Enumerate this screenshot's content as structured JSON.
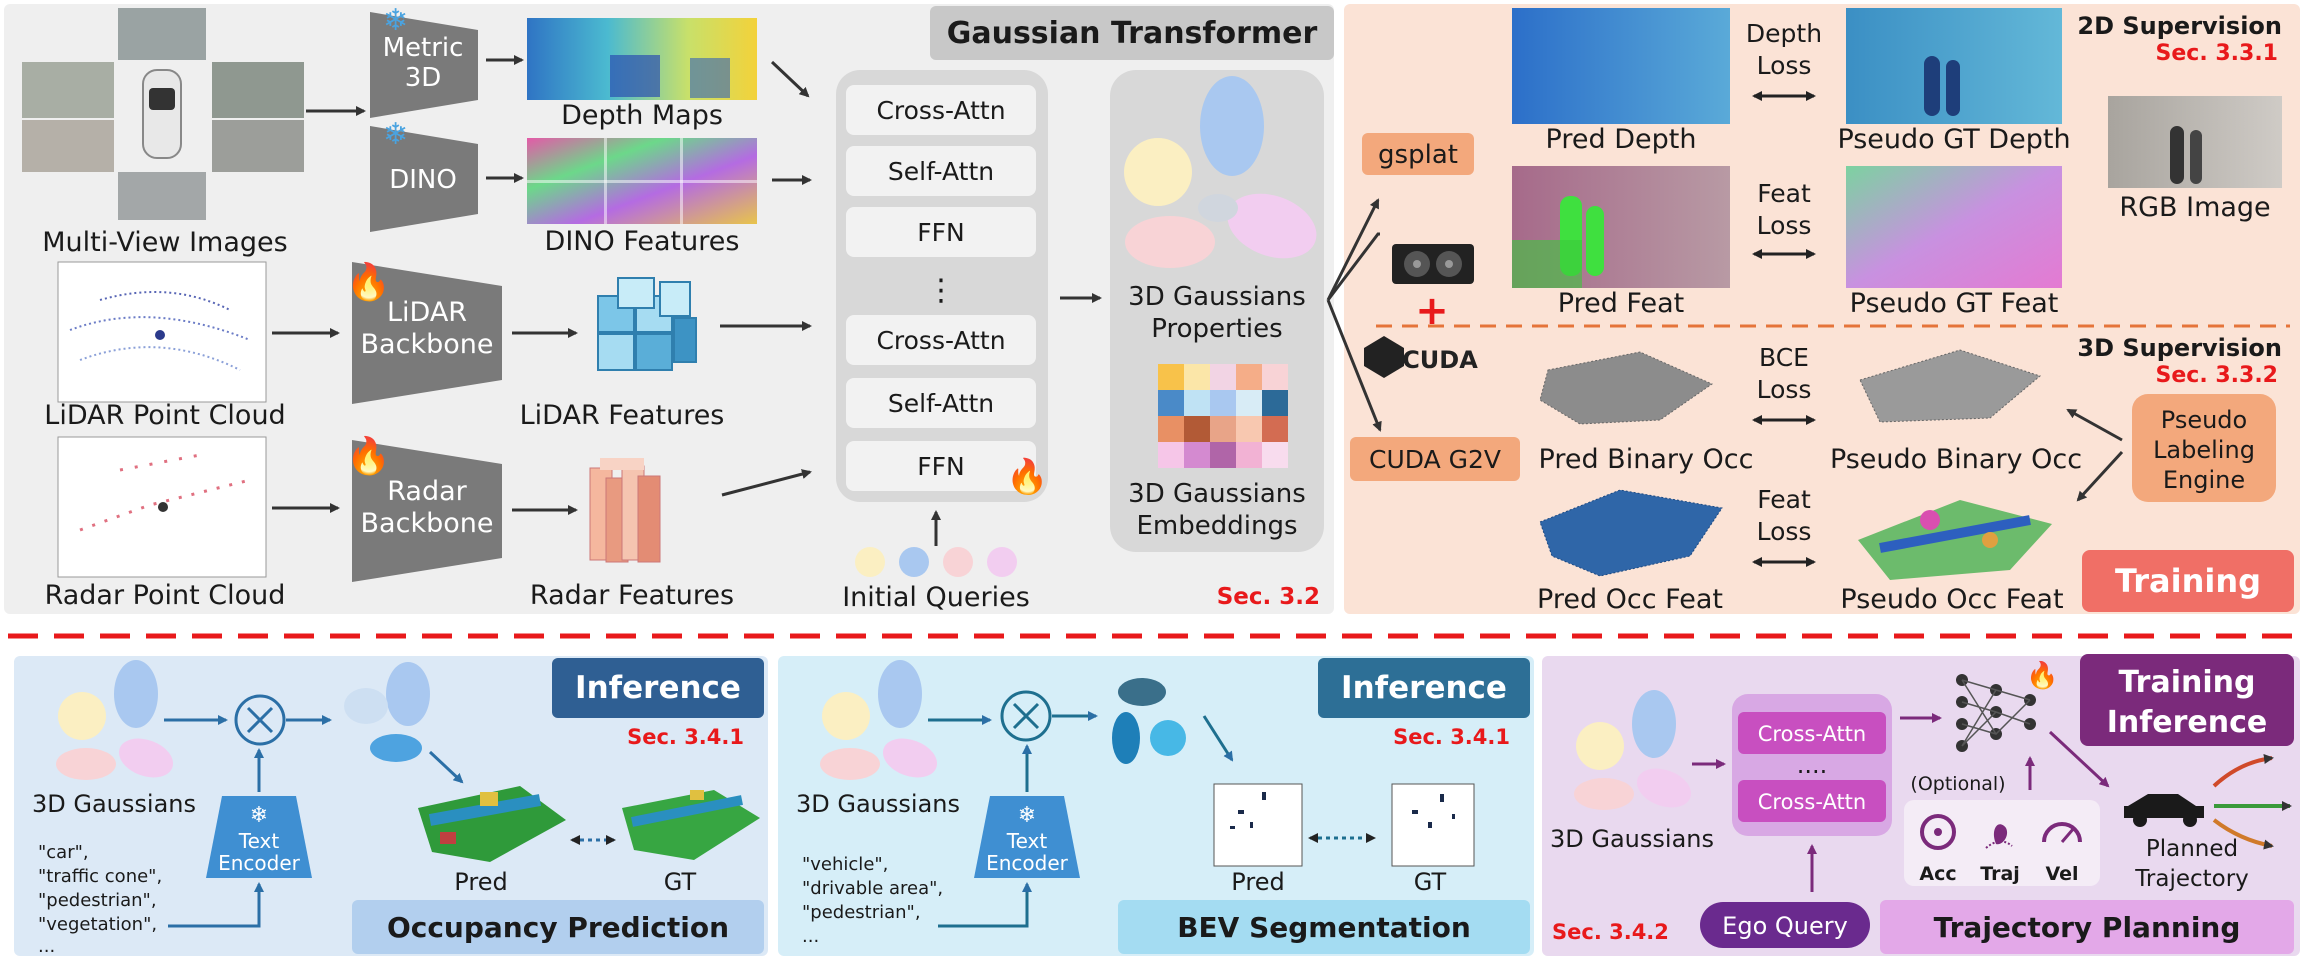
{
  "pipeline": {
    "inputs": {
      "multiview_label": "Multi-View Images",
      "lidar_label": "LiDAR Point Cloud",
      "radar_label": "Radar Point Cloud"
    },
    "encoders": {
      "metric3d_line1": "Metric",
      "metric3d_line2": "3D",
      "dino": "DINO",
      "lidar_line1": "LiDAR",
      "lidar_line2": "Backbone",
      "radar_line1": "Radar",
      "radar_line2": "Backbone"
    },
    "features": {
      "depth_maps": "Depth Maps",
      "dino_features": "DINO Features",
      "lidar_features": "LiDAR Features",
      "radar_features": "Radar Features"
    },
    "transformer": {
      "title": "Gaussian Transformer",
      "layers": [
        "Cross-Attn",
        "Self-Attn",
        "FFN",
        "⋮",
        "Cross-Attn",
        "Self-Attn",
        "FFN"
      ],
      "queries_label": "Initial Queries",
      "section": "Sec. 3.2"
    },
    "outputs": {
      "properties_line1": "3D Gaussians",
      "properties_line2": "Properties",
      "embeddings_line1": "3D Gaussians",
      "embeddings_line2": "Embeddings"
    }
  },
  "training": {
    "gsplat": "gsplat",
    "cuda_logo": "CUDA",
    "cuda_g2v": "CUDA G2V",
    "sup2d_title": "2D Supervision",
    "sup2d_sec": "Sec. 3.3.1",
    "pred_depth": "Pred Depth",
    "depth_loss_line1": "Depth",
    "depth_loss_line2": "Loss",
    "pseudo_gt_depth": "Pseudo GT Depth",
    "rgb_image": "RGB Image",
    "pred_feat": "Pred Feat",
    "feat_loss_line1": "Feat",
    "feat_loss_line2": "Loss",
    "pseudo_gt_feat": "Pseudo GT Feat",
    "sup3d_title": "3D Supervision",
    "sup3d_sec": "Sec. 3.3.2",
    "pred_binary_occ": "Pred Binary Occ",
    "bce_loss_line1": "BCE",
    "bce_loss_line2": "Loss",
    "pseudo_binary_occ": "Pseudo Binary Occ",
    "engine_line1": "Pseudo",
    "engine_line2": "Labeling",
    "engine_line3": "Engine",
    "pred_occ_feat": "Pred Occ Feat",
    "feat_loss3d_line1": "Feat",
    "feat_loss3d_line2": "Loss",
    "pseudo_occ_feat": "Pseudo Occ Feat",
    "badge": "Training"
  },
  "occupancy": {
    "badge": "Inference",
    "sec": "Sec. 3.4.1",
    "gaussians_label": "3D Gaussians",
    "text_encoder_line1": "Text",
    "text_encoder_line2": "Encoder",
    "prompts": [
      "\"car\",",
      "\"traffic cone\",",
      "\"pedestrian\",",
      "\"vegetation\",",
      "..."
    ],
    "pred": "Pred",
    "gt": "GT",
    "title": "Occupancy Prediction"
  },
  "bev": {
    "badge": "Inference",
    "sec": "Sec. 3.4.1",
    "gaussians_label": "3D Gaussians",
    "text_encoder_line1": "Text",
    "text_encoder_line2": "Encoder",
    "prompts": [
      "\"vehicle\",",
      "\"drivable area\",",
      "\"pedestrian\",",
      "..."
    ],
    "pred": "Pred",
    "gt": "GT",
    "title": "BEV Segmentation"
  },
  "planning": {
    "badge_line1": "Training",
    "badge_line2": "Inference",
    "gaussians_label": "3D Gaussians",
    "cross_attn_1": "Cross-Attn",
    "dots": "....",
    "cross_attn_2": "Cross-Attn",
    "optional": "(Optional)",
    "acc": "Acc",
    "traj": "Traj",
    "vel": "Vel",
    "planned_line1": "Planned",
    "planned_line2": "Trajectory",
    "ego_query": "Ego Query",
    "sec": "Sec. 3.4.2",
    "title": "Trajectory Planning"
  },
  "colors": {
    "top_left_bg": "#efefef",
    "training_bg": "#fbe3d6",
    "occupancy_bg": "#dce9f6",
    "bev_bg": "#d6eef8",
    "planning_bg": "#e9d9ef",
    "section_red": "#e8191b",
    "training_badge": "#f06f66",
    "occ_badge": "#2f5f93",
    "bev_badge": "#2d6f96",
    "planning_badge": "#7b2a7b"
  }
}
